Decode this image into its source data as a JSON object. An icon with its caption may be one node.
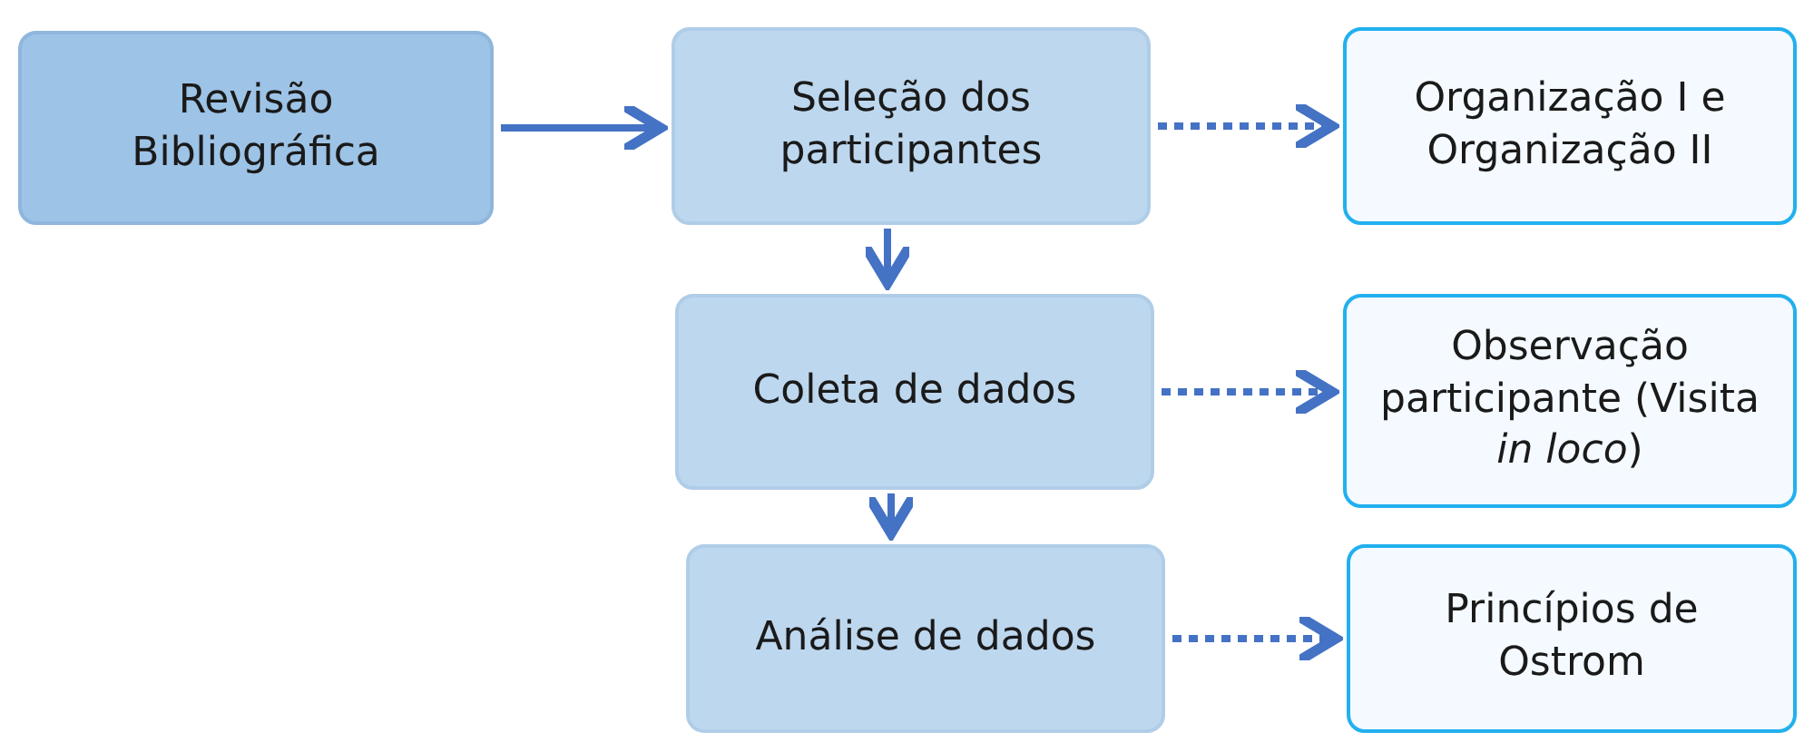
{
  "diagram": {
    "nodes": [
      {
        "text": [
          "Revisão Bibliográfica"
        ]
      },
      {
        "text": [
          "Seleção dos participantes"
        ]
      },
      {
        "text": [
          "Organização I e Organização II"
        ]
      },
      {
        "text": [
          "Coleta de dados"
        ]
      },
      {
        "text": [
          "Observação participante (Visita *in loco*)"
        ]
      },
      {
        "text": [
          "Análise de dados"
        ]
      },
      {
        "text": [
          "Princípios de Ostrom"
        ]
      }
    ],
    "edges": [
      {
        "from": 0,
        "to": 1,
        "arrow": "to"
      },
      {
        "from": 1,
        "to": 2,
        "arrow": "to",
        "style": "dashed"
      },
      {
        "from": 1,
        "to": 3,
        "arrow": "to"
      },
      {
        "from": 3,
        "to": 4,
        "arrow": "to",
        "style": "dashed"
      },
      {
        "from": 3,
        "to": 5,
        "arrow": "to"
      },
      {
        "from": 5,
        "to": 6,
        "arrow": "to",
        "style": "dashed"
      }
    ]
  }
}
